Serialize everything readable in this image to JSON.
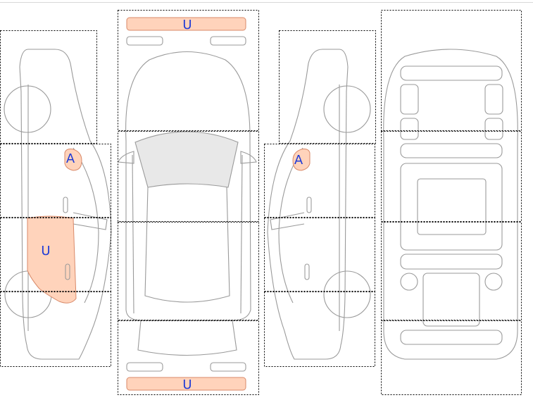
{
  "diagram": {
    "views": [
      "left-side",
      "top",
      "right-side",
      "underside"
    ],
    "damage_codes": {
      "top_front_bumper": "U",
      "top_rear_bumper": "U",
      "left_front_door_handle_area": "A",
      "left_rear_door": "U",
      "right_front_door_handle_area": "A"
    },
    "colors": {
      "damage_fill": "#ffd3bb",
      "label_text": "#1f3bd6",
      "outline": "#9a9a9a",
      "glass": "#e8e8e8"
    }
  }
}
